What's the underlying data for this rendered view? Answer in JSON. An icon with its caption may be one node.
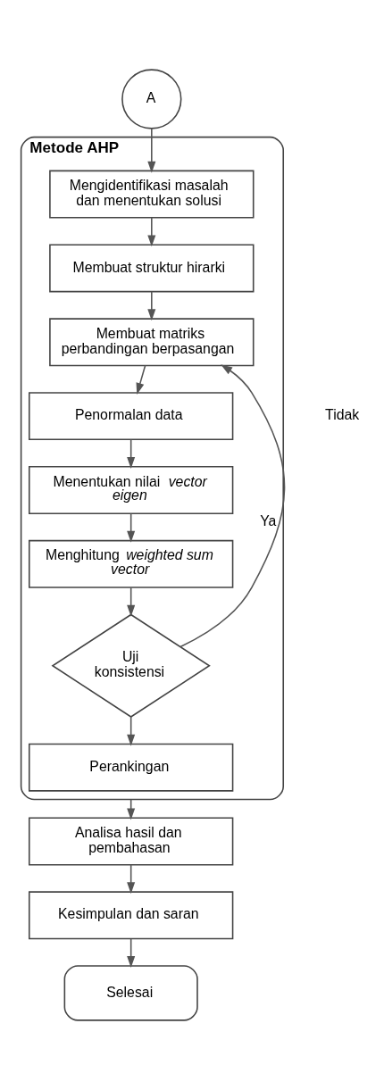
{
  "diagram": {
    "nodes": [
      {
        "text": [
          "A"
        ]
      },
      {
        "text": [
          "Metode AHP"
        ]
      },
      {
        "text": [
          "Mengidentifikasi masalah dan menentukan solusi"
        ],
        "in": 1
      },
      {
        "text": [
          "Membuat struktur hirarki"
        ],
        "in": 1
      },
      {
        "text": [
          "Membuat matriks perbandingan berpasangan"
        ],
        "in": 1
      },
      {
        "text": [
          "Penormalan data"
        ],
        "in": 1
      },
      {
        "text": [
          "Menentukan nilai *vector eigen*"
        ],
        "in": 1
      },
      {
        "text": [
          "Menghitung *weighted sum vector*"
        ],
        "in": 1
      },
      {
        "text": [
          "Uji konsistensi"
        ],
        "in": 1
      },
      {
        "text": [
          "Perankingan"
        ],
        "in": 1
      },
      {
        "text": [
          "Analisa hasil dan pembahasan"
        ]
      },
      {
        "text": [
          "Kesimpulan dan saran"
        ]
      },
      {
        "text": [
          "Selesai"
        ]
      }
    ],
    "edges": [
      {
        "from": 0,
        "to": 2,
        "arrow": "to"
      },
      {
        "from": 2,
        "to": 3,
        "arrow": "to"
      },
      {
        "from": 3,
        "to": 4,
        "arrow": "to"
      },
      {
        "from": 4,
        "to": 5,
        "arrow": "to"
      },
      {
        "from": 5,
        "to": 6,
        "arrow": "to"
      },
      {
        "from": 6,
        "to": 7,
        "arrow": "to"
      },
      {
        "from": 7,
        "to": 8,
        "arrow": "to"
      },
      {
        "from": 8,
        "to": 4,
        "arrow": "to",
        "label": "Ya"
      },
      {
        "from": 8,
        "to": 9,
        "arrow": "to"
      },
      {
        "from": 1,
        "to": 10,
        "arrow": "to"
      },
      {
        "from": 10,
        "to": 11,
        "arrow": "to"
      },
      {
        "from": 11,
        "to": 12,
        "arrow": "to"
      }
    ],
    "labels": [
      "Tidak"
    ]
  }
}
